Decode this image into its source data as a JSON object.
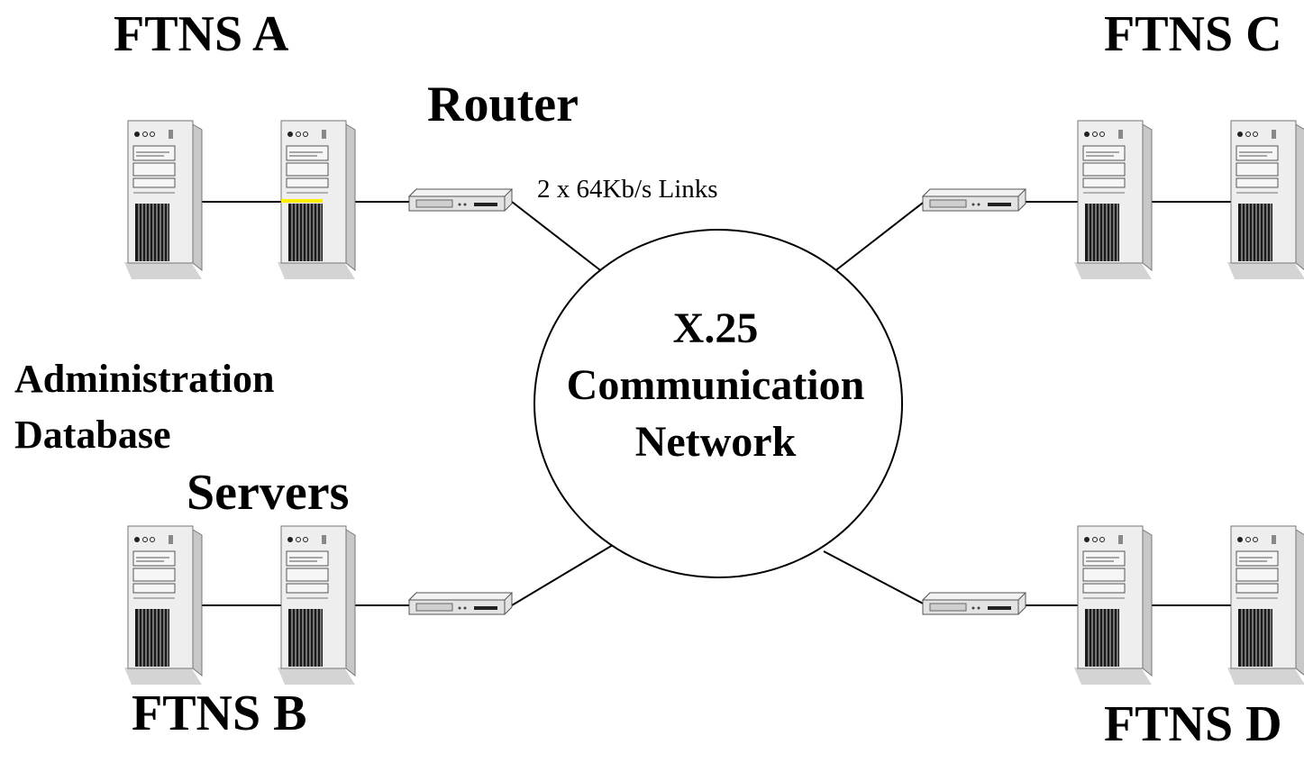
{
  "sites": {
    "a": "FTNS A",
    "b": "FTNS B",
    "c": "FTNS C",
    "d": "FTNS D"
  },
  "labels": {
    "router": "Router",
    "links": "2 x 64Kb/s Links",
    "admin_line1": "Administration",
    "admin_line2": "Database",
    "servers": "Servers"
  },
  "network": {
    "line1": "X.25",
    "line2": "Communication",
    "line3": "Network"
  },
  "colors": {
    "line": "#000000",
    "server_body": "#eeeeee",
    "server_side": "#c8c8c8",
    "router_body": "#d9d9d9",
    "highlight": "#ffee00"
  }
}
